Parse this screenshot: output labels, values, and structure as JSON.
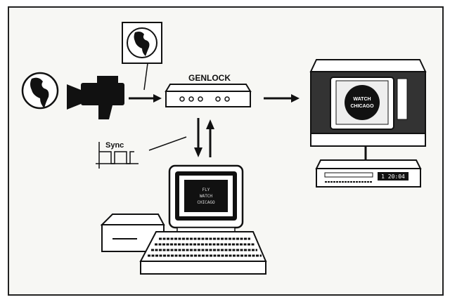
{
  "diagram": {
    "genlock_label": "GENLOCK",
    "sync_label": "Sync",
    "tv_screen_lines": [
      "WATCH",
      "CHICAGO"
    ],
    "computer_screen_lines": [
      "FLY",
      "WATCH",
      "CHICAGO"
    ],
    "vcr_display": "1  20:04"
  },
  "colors": {
    "ink": "#111111",
    "paper": "#f7f7f4",
    "frame": "#222222"
  }
}
